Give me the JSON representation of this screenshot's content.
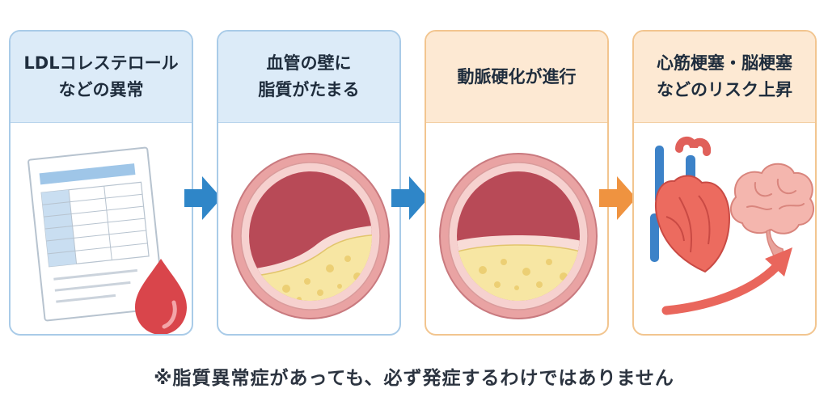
{
  "steps": [
    {
      "line1": "LDLコレステロール",
      "line2": "などの異常"
    },
    {
      "line1": "血管の壁に",
      "line2": "脂質がたまる"
    },
    {
      "line1": "動脈硬化が進行",
      "line2": ""
    },
    {
      "line1": "心筋梗塞・脳梗塞",
      "line2": "などのリスク上昇"
    }
  ],
  "note": "※脂質異常症があっても、必ず発症するわけではありません",
  "colors": {
    "blue_accent": "#2f86c8",
    "orange_accent": "#ef9340",
    "blood_red": "#d9454b",
    "plaque_yellow": "#f7e6a3",
    "vessel_pink": "#e9a3a3"
  },
  "icons": [
    "test-report-icon",
    "blood-drop-icon",
    "artery-cross-section-icon",
    "heart-icon",
    "brain-icon",
    "rising-arrow-icon"
  ]
}
